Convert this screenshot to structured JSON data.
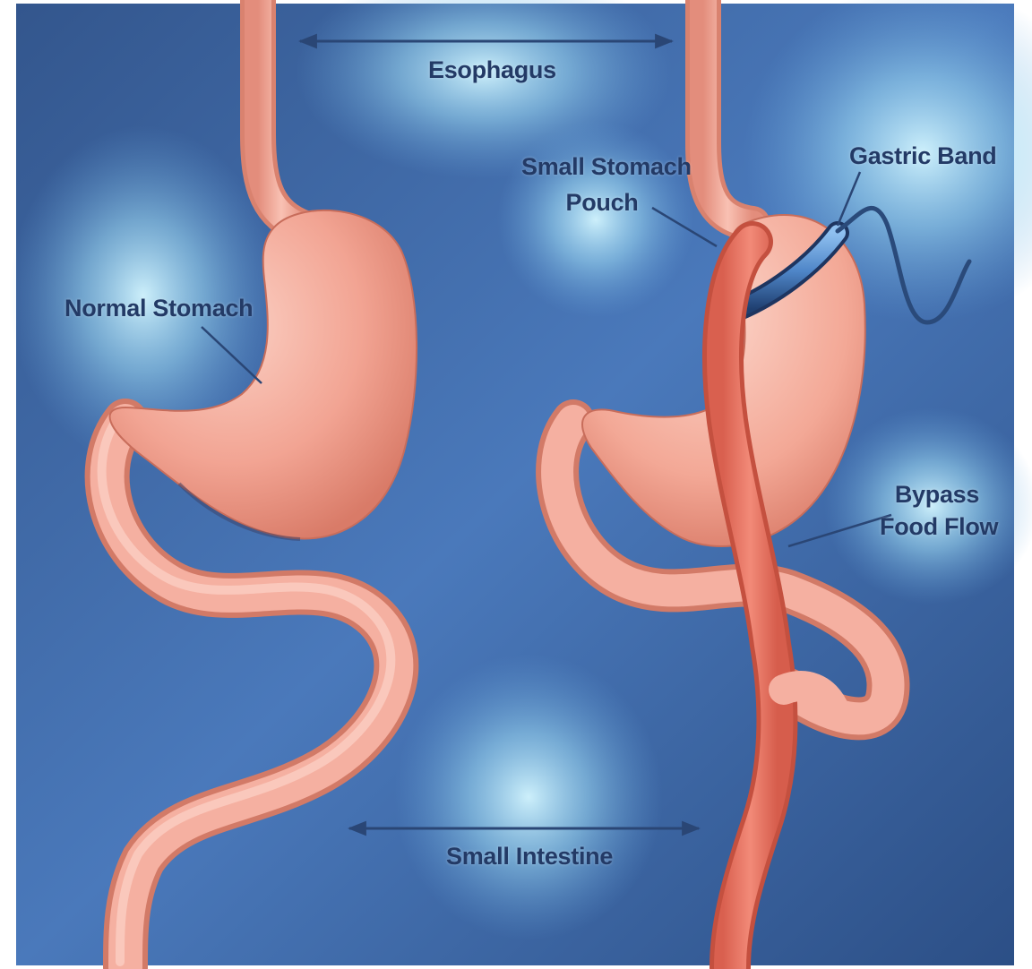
{
  "labels": {
    "esophagus": "Esophagus",
    "normal_stomach": "Normal Stomach",
    "small_stomach_pouch": [
      "Small Stomach",
      "Pouch"
    ],
    "gastric_band": "Gastric Band",
    "bypass_food_flow": [
      "Bypass",
      "Food Flow"
    ],
    "small_intestine": "Small Intestine"
  },
  "colors": {
    "background_dark": "#2b4f86",
    "background_mid": "#4f7ebf",
    "glow": "#bfeaff",
    "tissue_light": "#f7b6a8",
    "tissue_mid": "#ee9a88",
    "tissue_dark": "#d77563",
    "bypass_limb": "#e8705f",
    "band": "#5b8fd0",
    "label_text": "#233a66"
  }
}
